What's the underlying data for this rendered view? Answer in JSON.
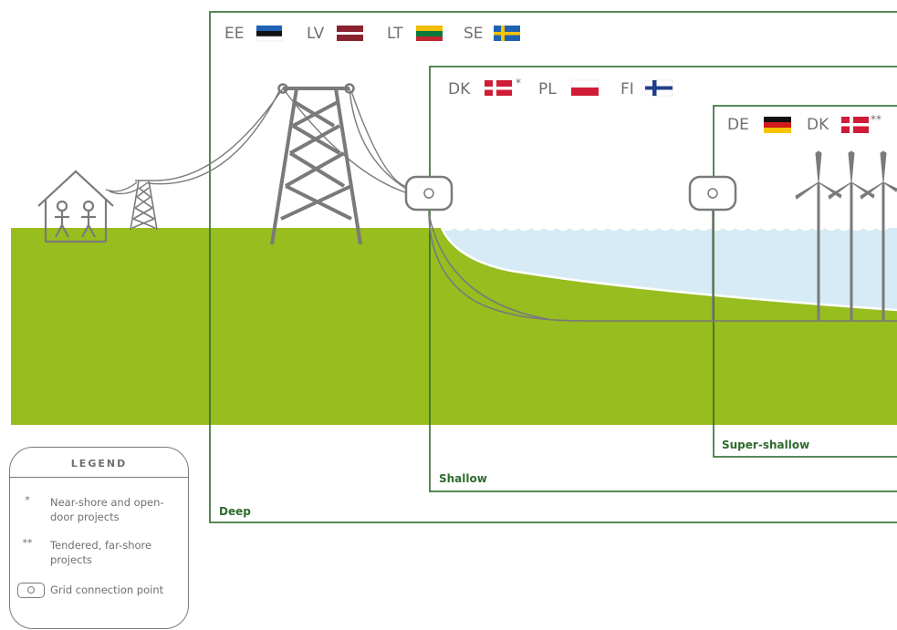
{
  "zones": {
    "deep": "Deep",
    "shallow": "Shallow",
    "super_shallow": "Super-shallow"
  },
  "countries": {
    "deep": [
      "EE",
      "LV",
      "LT",
      "SE"
    ],
    "shallow": [
      "DK",
      "PL",
      "FI"
    ],
    "super_shallow": [
      "DE",
      "DK"
    ]
  },
  "country_marks": {
    "dk_shallow": "*",
    "dk_super_shallow": "**"
  },
  "legend": {
    "title": "LEGEND",
    "items": [
      {
        "mark": "*",
        "text": "Near-shore and open-door projects"
      },
      {
        "mark": "**",
        "text": "Tendered, far-shore projects"
      },
      {
        "mark": "grid-connection-icon",
        "text": "Grid connection point"
      }
    ]
  },
  "colors": {
    "land": "#97bd1e",
    "water": "#d6ebf5",
    "frame": "#2f6b2f",
    "structure": "#7a7a7a"
  }
}
